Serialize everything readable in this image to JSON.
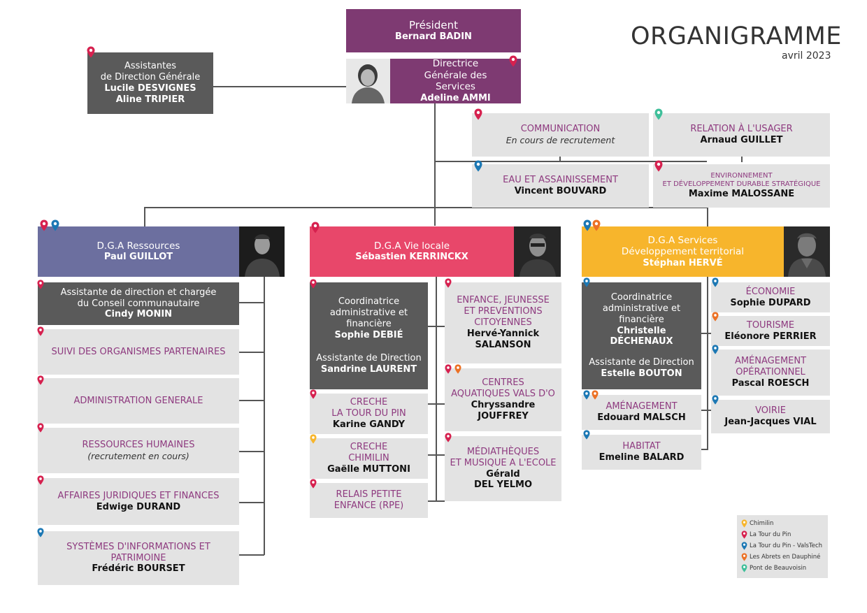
{
  "header": {
    "title": "ORGANIGRAMME",
    "date": "avril 2023"
  },
  "president": {
    "title": "Président",
    "name": "Bernard BADIN"
  },
  "dgs": {
    "title": "Directrice Générale des Services",
    "name": "Adeline AMMI"
  },
  "assistantes": {
    "title1": "Assistantes",
    "title2": "de Direction Générale",
    "name1": "Lucile DESVIGNES",
    "name2": "Aline TRIPIER"
  },
  "communication": {
    "title": "COMMUNICATION",
    "note": "En cours de recrutement"
  },
  "relation": {
    "title": "RELATION À L'USAGER",
    "name": "Arnaud GUILLET"
  },
  "eau": {
    "title": "EAU ET ASSAINISSEMENT",
    "name": "Vincent BOUVARD"
  },
  "environnement": {
    "title1": "ENVIRONNEMENT",
    "title2": "ET DÉVELOPPEMENT DURABLE STRATÉGIQUE",
    "name": "Maxime MALOSSANE"
  },
  "dga_ressources": {
    "title": "D.G.A Ressources",
    "name": "Paul GUILLOT",
    "color": "#6c6f9f",
    "assistant": {
      "title1": "Assistante de direction et chargée",
      "title2": "du Conseil communautaire",
      "name": "Cindy MONIN"
    },
    "services": [
      {
        "title": "SUIVI DES ORGANISMES PARTENAIRES",
        "name": "",
        "note": ""
      },
      {
        "title": "ADMINISTRATION GENERALE",
        "name": "",
        "note": ""
      },
      {
        "title": "RESSOURCES HUMAINES",
        "name": "",
        "note": "(recrutement en cours)"
      },
      {
        "title": "AFFAIRES JURIDIQUES ET FINANCES",
        "name": "Edwige DURAND",
        "note": ""
      },
      {
        "title": "SYSTÈMES D'INFORMATIONS ET PATRIMOINE",
        "name": "Frédéric BOURSET",
        "note": ""
      }
    ]
  },
  "dga_vie": {
    "title": "D.G.A Vie locale",
    "name": "Sébastien KERRINCKX",
    "color": "#e8476a",
    "coord": {
      "t1": "Coordinatrice",
      "t2": "administrative et",
      "t3": "financière",
      "name": "Sophie DEBIÉ",
      "t4": "Assistante de Direction",
      "name2": "Sandrine LAURENT"
    },
    "left": [
      {
        "t1": "CRECHE",
        "t2": "LA TOUR DU PIN",
        "name": "Karine GANDY"
      },
      {
        "t1": "CRECHE",
        "t2": "CHIMILIN",
        "name": "Gaëlle MUTTONI"
      },
      {
        "t1": "RELAIS PETITE",
        "t2": "ENFANCE (RPE)",
        "name": ""
      }
    ],
    "right": [
      {
        "t1": "ENFANCE, JEUNESSE",
        "t2": "ET PREVENTIONS",
        "t3": "CITOYENNES",
        "name1": "Hervé-Yannick",
        "name2": "SALANSON"
      },
      {
        "t1": "CENTRES",
        "t2": "AQUATIQUES VALS D'O",
        "t3": "",
        "name1": "Chryssandre",
        "name2": "JOUFFREY"
      },
      {
        "t1": "MÉDIATHÈQUES",
        "t2": "ET MUSIQUE A L'ECOLE",
        "t3": "",
        "name1": "Gérald",
        "name2": "DEL YELMO"
      }
    ]
  },
  "dga_services": {
    "title1": "D.G.A Services",
    "title2": "Développement territorial",
    "name": "Stéphan HERVÉ",
    "color": "#f7b52c",
    "coord": {
      "t1": "Coordinatrice",
      "t2": "administrative et",
      "t3": "financière",
      "name1": "Christelle",
      "name2": "DÉCHENAUX",
      "t4": "Assistante de Direction",
      "name3": "Estelle BOUTON"
    },
    "left": [
      {
        "title": "AMÉNAGEMENT",
        "name": "Edouard MALSCH"
      },
      {
        "title": "HABITAT",
        "name": "Emeline BALARD"
      }
    ],
    "right": [
      {
        "t1": "ÉCONOMIE",
        "t2": "",
        "name": "Sophie DUPARD"
      },
      {
        "t1": "TOURISME",
        "t2": "",
        "name": "Eléonore PERRIER"
      },
      {
        "t1": "AMÉNAGEMENT",
        "t2": "OPÉRATIONNEL",
        "name": "Pascal ROESCH"
      },
      {
        "t1": "VOIRIE",
        "t2": "",
        "name": "Jean-Jacques VIAL"
      }
    ]
  },
  "legend": [
    {
      "label": "Chimilin",
      "color": "#f7b52c"
    },
    {
      "label": "La Tour du Pin",
      "color": "#d6214f"
    },
    {
      "label": "La Tour du Pin - ValsTech",
      "color": "#1c78b4"
    },
    {
      "label": "Les Abrets en Dauphiné",
      "color": "#ec7125"
    },
    {
      "label": "Pont de Beauvoisin",
      "color": "#3fbf9a"
    }
  ],
  "colors": {
    "purple": "#7e3a72",
    "pin_red": "#d6214f",
    "pin_blue": "#1c78b4",
    "pin_orange": "#ec7125",
    "pin_yellow": "#f7b52c",
    "pin_teal": "#3fbf9a"
  }
}
